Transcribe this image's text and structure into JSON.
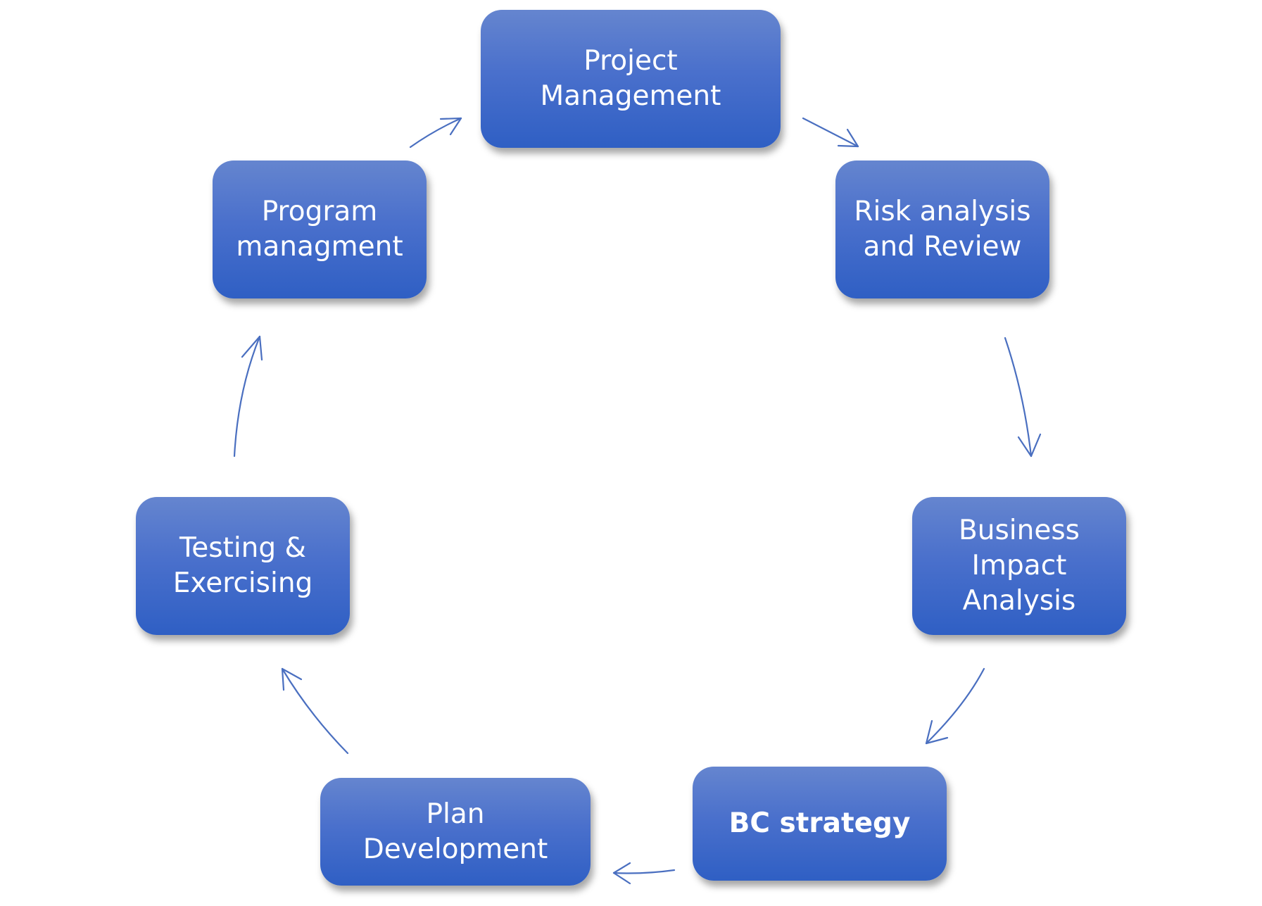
{
  "diagram": {
    "colors": {
      "box_top": "#6585cf",
      "box_bottom": "#2f5fc4",
      "text": "#ffffff",
      "arrow": "#4a6fc0",
      "background": "#ffffff"
    },
    "nodes": [
      {
        "id": "project-management",
        "label": "Project\nManagement"
      },
      {
        "id": "risk-analysis",
        "label": "Risk analysis\nand Review"
      },
      {
        "id": "business-impact",
        "label": "Business\nImpact\nAnalysis"
      },
      {
        "id": "bc-strategy",
        "label": "BC strategy"
      },
      {
        "id": "plan-development",
        "label": "Plan\nDevelopment"
      },
      {
        "id": "testing-exercising",
        "label": "Testing &\nExercising"
      },
      {
        "id": "program-management",
        "label": "Program\nmanagment"
      }
    ],
    "edges": [
      {
        "from": "project-management",
        "to": "risk-analysis"
      },
      {
        "from": "risk-analysis",
        "to": "business-impact"
      },
      {
        "from": "business-impact",
        "to": "bc-strategy"
      },
      {
        "from": "bc-strategy",
        "to": "plan-development"
      },
      {
        "from": "plan-development",
        "to": "testing-exercising"
      },
      {
        "from": "testing-exercising",
        "to": "program-management"
      },
      {
        "from": "program-management",
        "to": "project-management"
      }
    ]
  }
}
